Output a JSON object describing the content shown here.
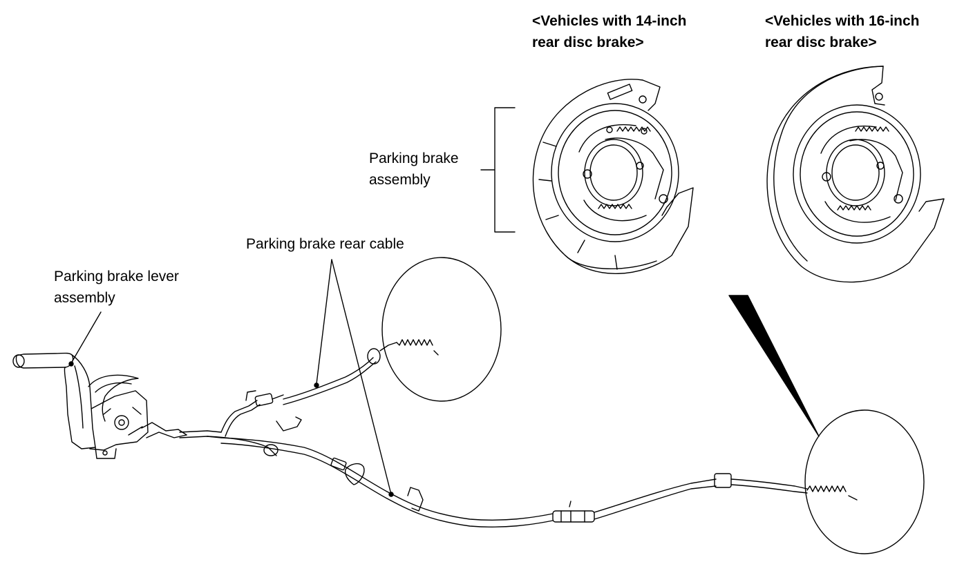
{
  "headings": {
    "variant_14": [
      "<Vehicles with 14-inch",
      "rear disc brake>"
    ],
    "variant_16": [
      "<Vehicles with 16-inch",
      "rear disc brake>"
    ]
  },
  "labels": {
    "parking_brake_assembly": [
      "Parking brake",
      "assembly"
    ],
    "rear_cable": "Parking brake rear cable",
    "lever_assembly": [
      "Parking brake lever",
      "assembly"
    ]
  },
  "colors": {
    "line": "#000000",
    "background": "#ffffff"
  }
}
